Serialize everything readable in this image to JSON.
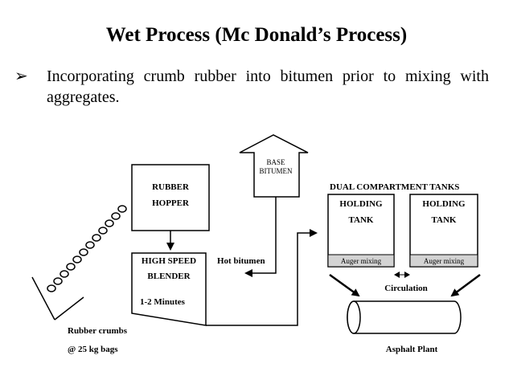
{
  "slide": {
    "title": "Wet Process (Mc Donald’s Process)",
    "bullet_symbol": "➢",
    "bullet_text": "Incorporating crumb rubber into bitumen prior to mixing with aggregates."
  },
  "diagram": {
    "rubber_hopper": [
      "RUBBER",
      "HOPPER"
    ],
    "base_bitumen": [
      "BASE",
      "BITUMEN"
    ],
    "high_speed_blender": [
      "HIGH SPEED",
      "BLENDER"
    ],
    "blend_time": "1-2 Minutes",
    "hot_bitumen": "Hot bitumen",
    "dual_tanks_title": "DUAL COMPARTMENT TANKS",
    "holding_tank_left": [
      "HOLDING",
      "TANK"
    ],
    "holding_tank_right": [
      "HOLDING",
      "TANK"
    ],
    "auger_left": "Auger mixing",
    "auger_right": "Auger mixing",
    "circulation": "Circulation",
    "rubber_crumbs": "Rubber crumbs",
    "bags": "@ 25 kg bags",
    "asphalt_plant": "Asphalt Plant"
  }
}
